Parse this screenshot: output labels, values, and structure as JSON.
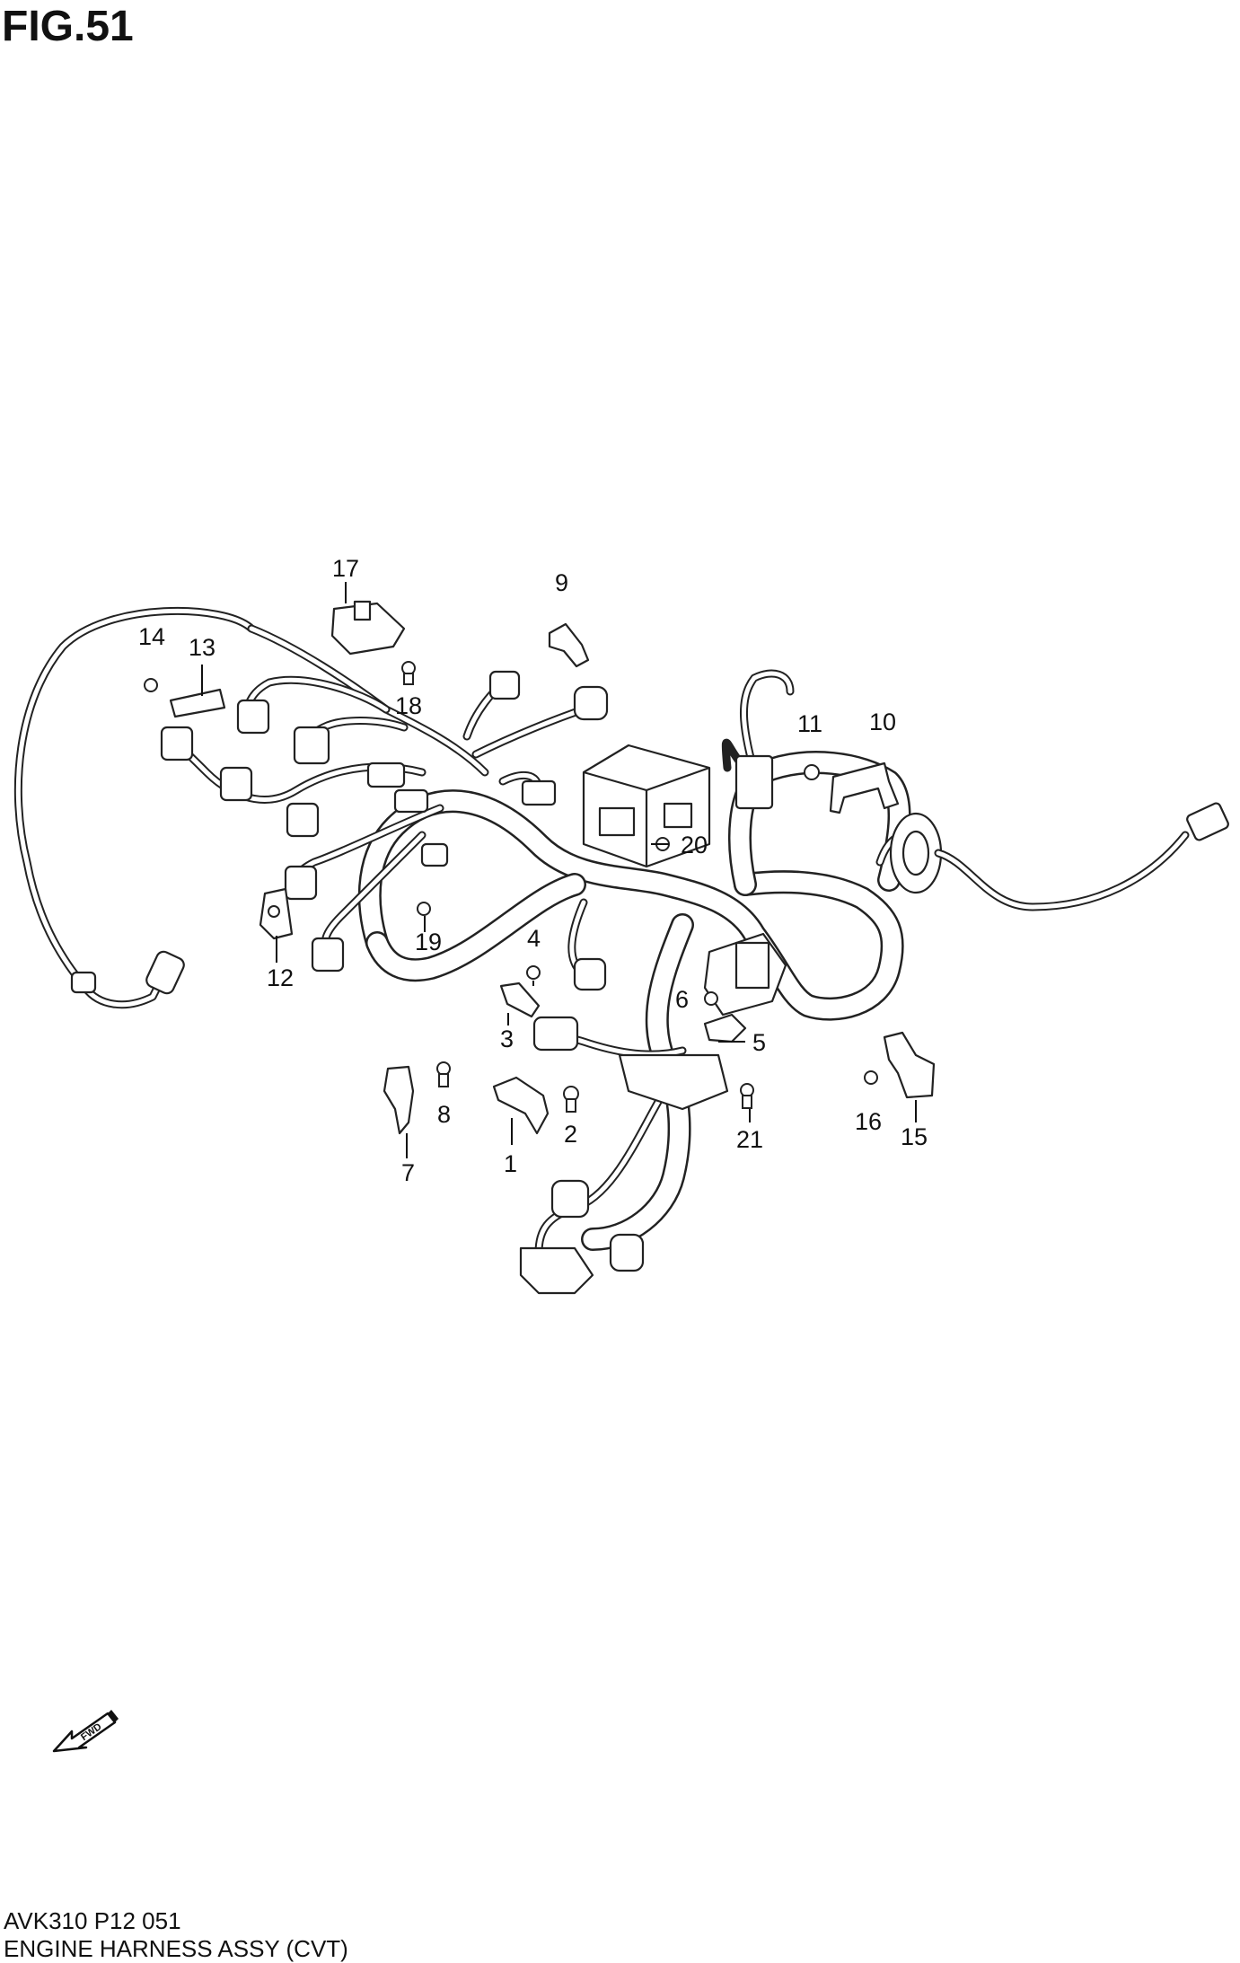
{
  "figure": {
    "title": "FIG.51"
  },
  "callouts": [
    "1",
    "2",
    "3",
    "4",
    "5",
    "6",
    "7",
    "8",
    "9",
    "10",
    "11",
    "12",
    "13",
    "14",
    "15",
    "16",
    "17",
    "18",
    "19",
    "20",
    "21"
  ],
  "fwd_arrow": {
    "label": "FWD"
  },
  "footer": {
    "code": "AVK310 P12 051",
    "name": "ENGINE HARNESS ASSY (CVT)"
  }
}
